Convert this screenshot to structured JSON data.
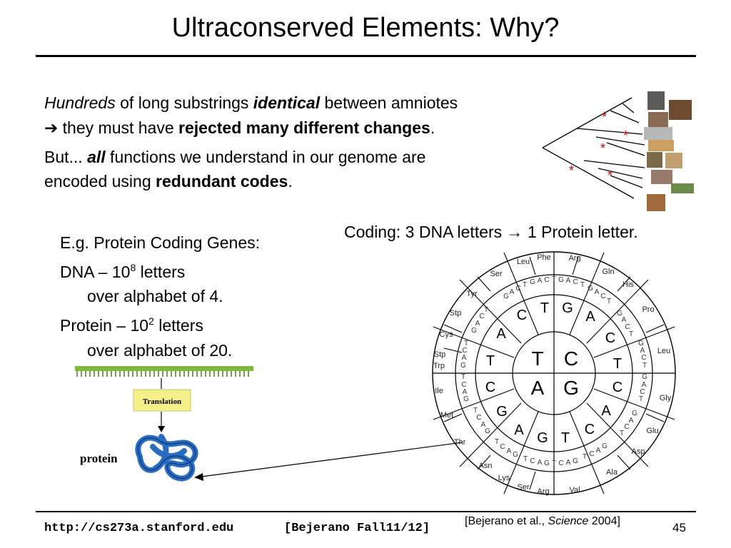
{
  "title": "Ultraconserved Elements: Why?",
  "intro": {
    "l1_a": "Hundreds",
    "l1_b": " of long substrings ",
    "l1_c": "identical",
    "l1_d": " between amniotes",
    "l2_arrow": "➔",
    "l2_a": " they must have ",
    "l2_b": "rejected many different changes",
    "l2_c": ".",
    "l3_a": "But... ",
    "l3_b": "all",
    "l3_c": " functions we understand in our genome are",
    "l4_a": "encoded using ",
    "l4_b": "redundant codes",
    "l4_c": "."
  },
  "coding_caption": "Coding: 3 DNA letters → 1 Protein letter.",
  "examples": {
    "heading": "E.g. Protein Coding Genes:",
    "dna_a": "DNA – 10",
    "dna_exp": "8",
    "dna_b": " letters",
    "dna_sub": "over alphabet of 4.",
    "prot_a": "Protein – 10",
    "prot_exp": "2",
    "prot_b": " letters",
    "prot_sub": "over alphabet of 20."
  },
  "translation_label": "Translation",
  "protein_label": "protein",
  "tree": {
    "marks": [
      "*",
      "*",
      "*",
      "*",
      "*"
    ]
  },
  "wheel": {
    "center": [
      "T",
      "C",
      "A",
      "G"
    ],
    "second": [
      "C",
      "T",
      "G",
      "A",
      "C",
      "T",
      "C",
      "A",
      "C",
      "G",
      "T",
      "A",
      "G",
      "C",
      "T",
      "A"
    ],
    "amino_acids": [
      "Phe",
      "Arg",
      "Gln",
      "His",
      "Pro",
      "Leu",
      "Gly",
      "Glu",
      "Asp",
      "Ala",
      "Val",
      "Arg",
      "Ser",
      "Lys",
      "Asn",
      "Thr",
      "Met",
      "Ile",
      "Trp",
      "Stp",
      "Cys",
      "Stp",
      "Tyr",
      "Ser",
      "Leu"
    ]
  },
  "footer": {
    "url": "http://cs273a.stanford.edu",
    "course": "[Bejerano Fall11/12]",
    "cite_a": "[Bejerano et al., ",
    "cite_b": "Science",
    "cite_c": " 2004]",
    "page": "45"
  },
  "colors": {
    "translation_box": "#f5f08a",
    "protein": "#2a6cc0",
    "dna_bar": "#7fb83a",
    "tree_star": "#d00000"
  }
}
